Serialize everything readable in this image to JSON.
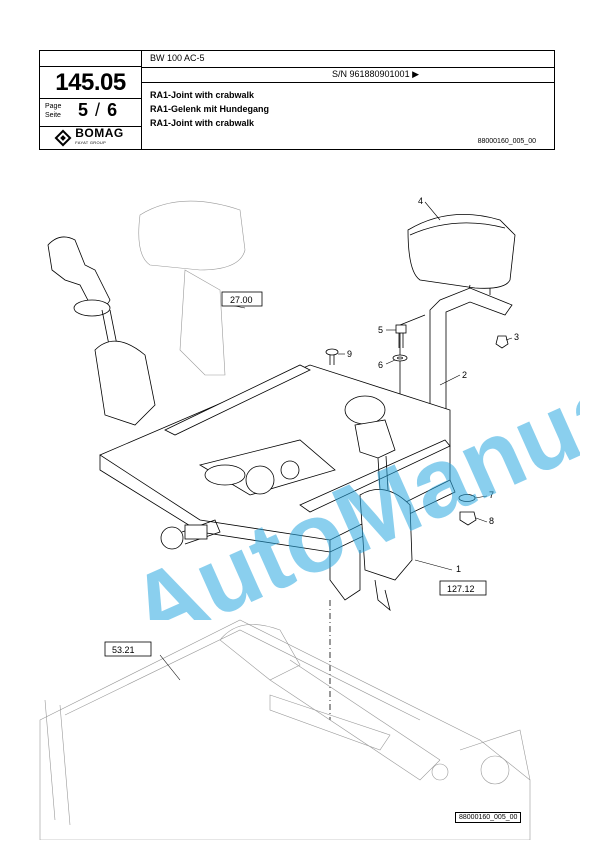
{
  "header": {
    "page_code": "145.05",
    "page_label": "Page",
    "seite_label": "Seite",
    "page_current": "5",
    "page_separator": "/",
    "page_total": "6",
    "logo_name": "BOMAG",
    "logo_sub": "FAYAT GROUP",
    "model": "BW 100 AC-5",
    "serial": "S/N 961880901001 ▶",
    "title_en": "RA1-Joint with crabwalk",
    "title_de": "RA1-Gelenk mit Hundegang",
    "title_en2": "RA1-Joint with crabwalk",
    "doc_code": "88000160_005_00"
  },
  "drawing": {
    "ref_labels": [
      "27.00",
      "127.12",
      "53.21"
    ],
    "part_numbers": [
      "1",
      "2",
      "3",
      "4",
      "5",
      "6",
      "7",
      "8",
      "9"
    ],
    "figure_code": "88000160_005_00"
  },
  "watermark": {
    "text": "AutoManual",
    "color": "#29a8e0"
  }
}
